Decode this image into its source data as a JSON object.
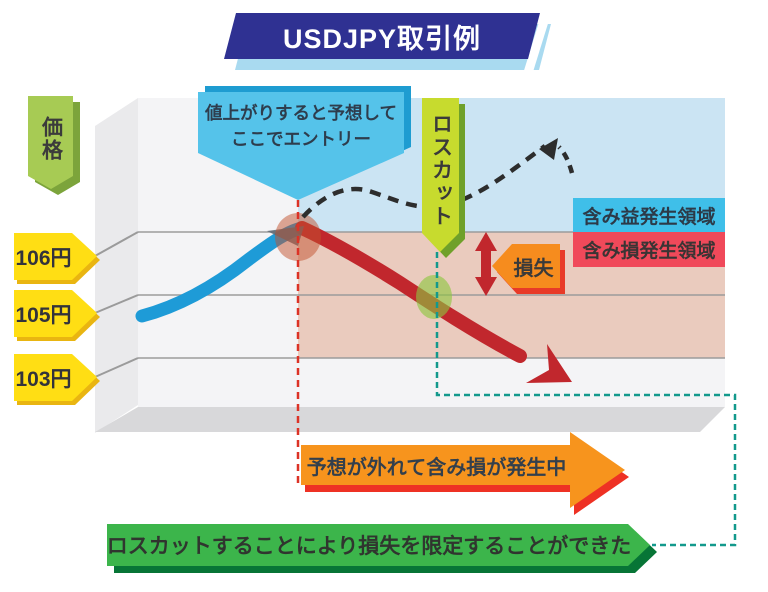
{
  "title": {
    "text": "USDJPY取引例"
  },
  "price_axis": {
    "label": "価格",
    "ticks": [
      "106円",
      "105円",
      "103円"
    ]
  },
  "entry_callout": {
    "line1": "値上がりすると予想して",
    "line2": "ここでエントリー"
  },
  "loss_cut": {
    "label": "ロスカット"
  },
  "zones": {
    "profit_label": "含み益発生領域",
    "loss_label": "含み損発生領域"
  },
  "loss_amount": {
    "label": "損失"
  },
  "banners": {
    "unrealized_loss": "予想が外れて含み損が発生中",
    "result": "ロスカットすることにより損失を限定することができた"
  },
  "colors": {
    "title_bg": "#2F3192",
    "title_shadow": "#A9DAF0",
    "panel_face": "#F4F4F6",
    "profit_zone": "#CBE4F3",
    "loss_zone": "#EACBBE",
    "profit_label_bg": "#3FBFE9",
    "loss_label_bg": "#F0495A",
    "uptrend_line": "#1E9BD7",
    "downtrend_line": "#C1272D",
    "loss_cut_ribbon": "#C7DB2E",
    "price_ribbon": "#A7CB54",
    "price_tag": "#FFDE14",
    "status_banner_bg": "#F7941D",
    "result_banner_bg": "#3CB54B",
    "stop_path_dash": "#13998C",
    "entry_dash": "#DC3226"
  }
}
